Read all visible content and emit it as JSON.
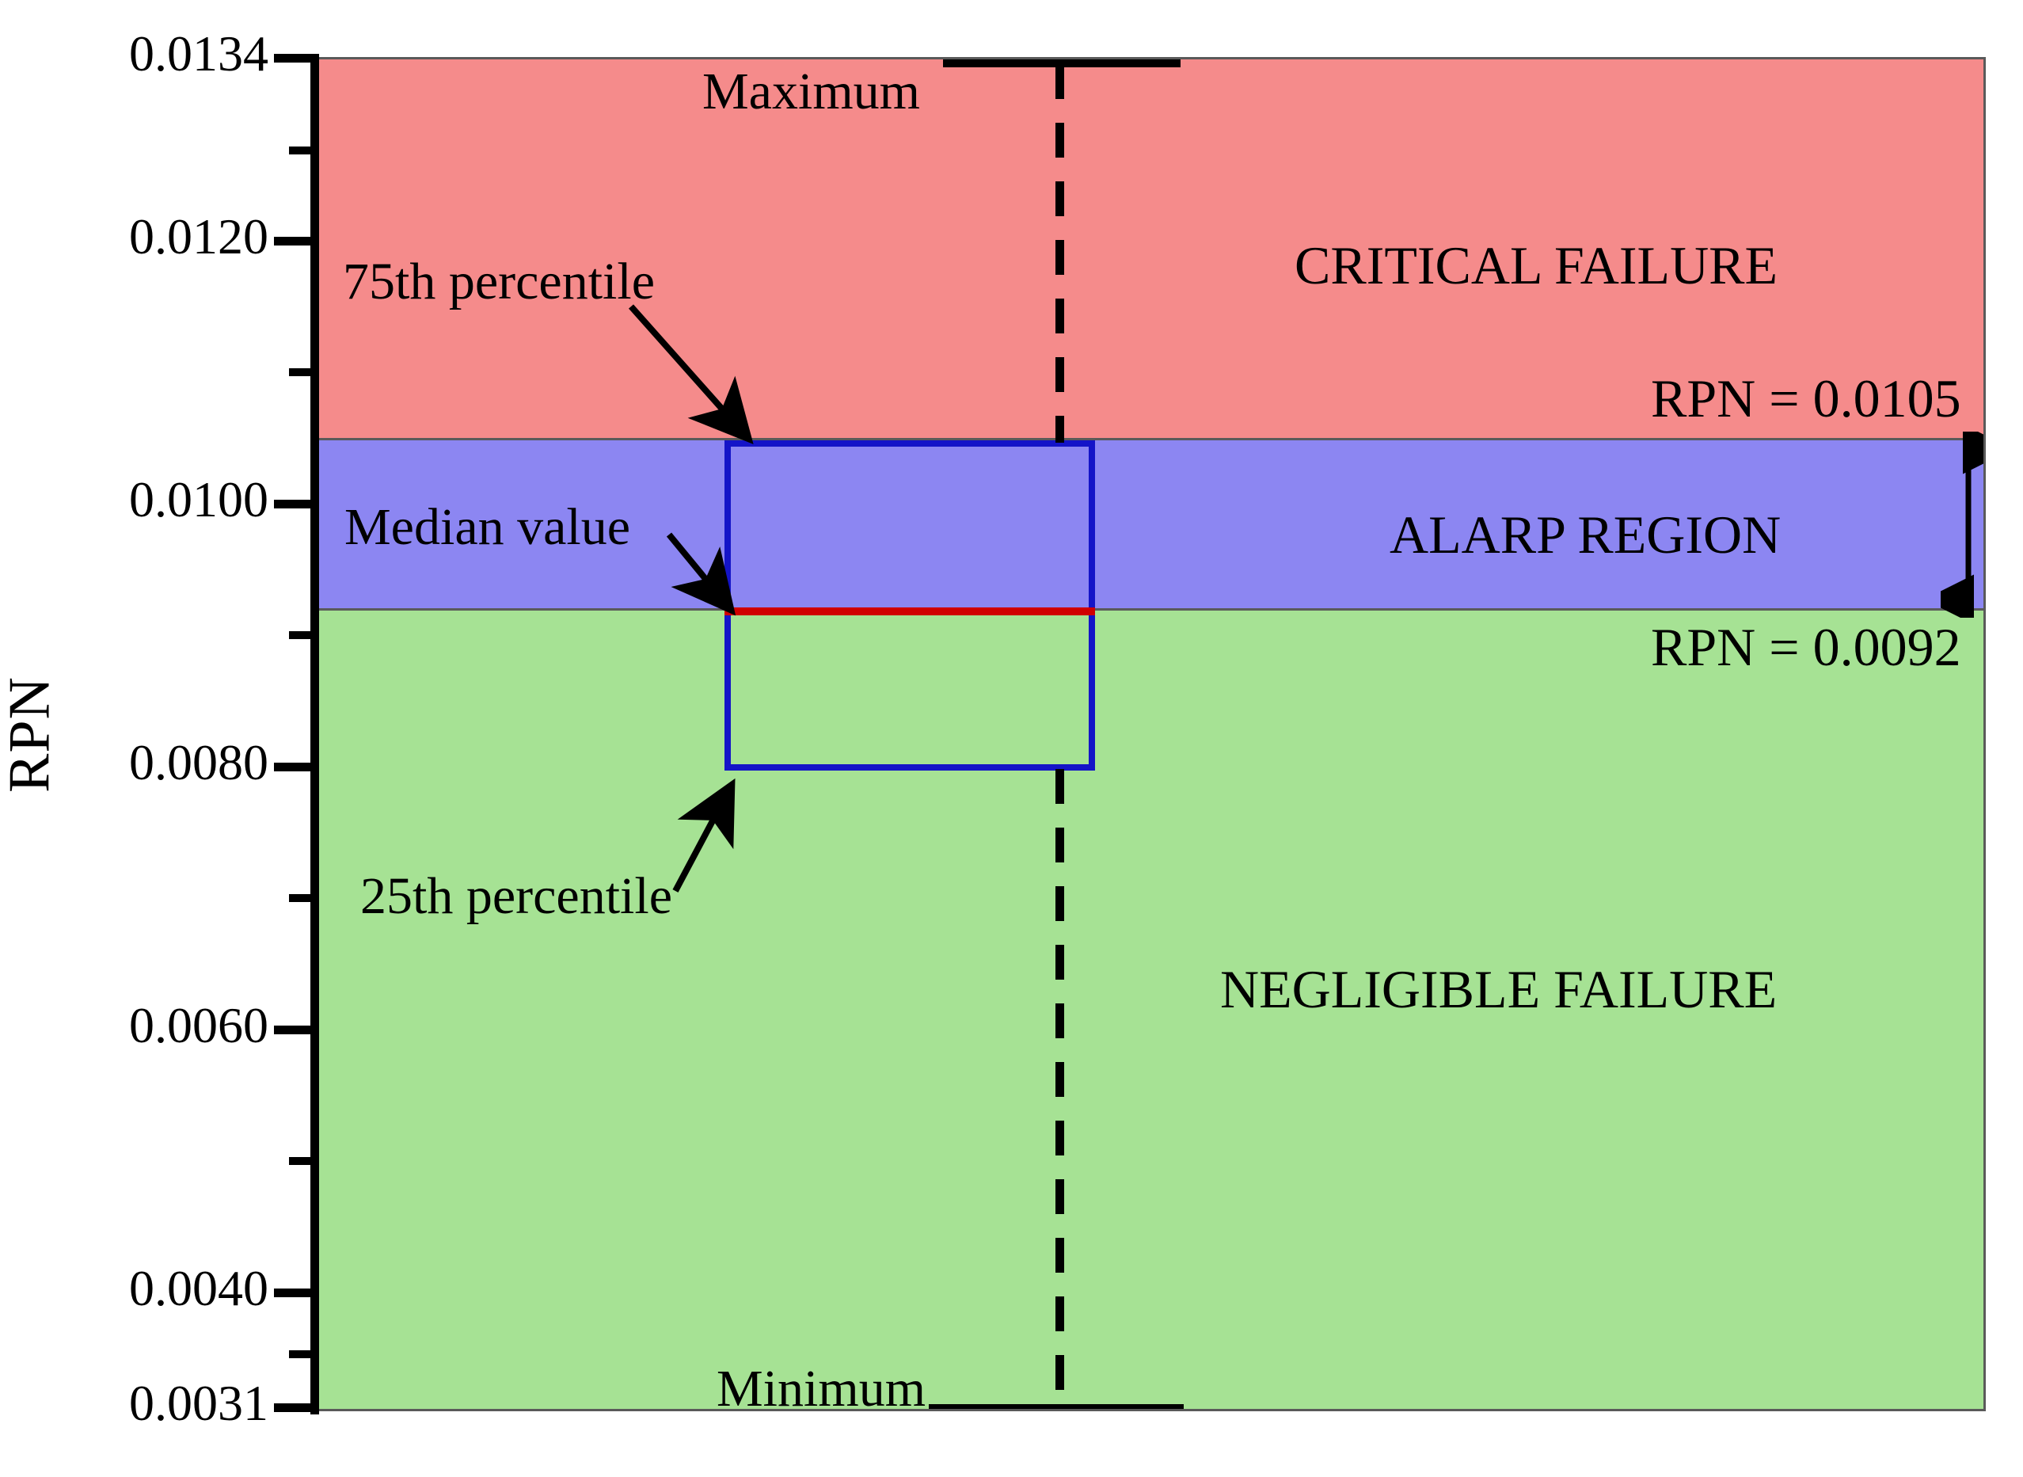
{
  "chart_data": {
    "type": "boxplot",
    "title": "",
    "xlabel": "",
    "ylabel": "RPN",
    "ylim": [
      0.0031,
      0.0134
    ],
    "grid": false,
    "legend": "none",
    "ytick_labels": [
      "0.0134",
      "0.0120",
      "0.0100",
      "0.0080",
      "0.0060",
      "0.0040",
      "0.0031"
    ],
    "ytick_values": [
      0.0134,
      0.012,
      0.01,
      0.008,
      0.006,
      0.004,
      0.0031
    ],
    "box": {
      "maximum": 0.0134,
      "p75": 0.0105,
      "median": 0.0092,
      "p25": 0.0079,
      "minimum": 0.0031
    },
    "bands": [
      {
        "name": "CRITICAL FAILURE",
        "from": 0.0105,
        "to": 0.0134,
        "color": "#F58B8B"
      },
      {
        "name": "ALARP REGION",
        "from": 0.0092,
        "to": 0.0105,
        "color": "#8C86F2"
      },
      {
        "name": "NEGLIGIBLE FAILURE",
        "from": 0.0031,
        "to": 0.0092,
        "color": "#A6E294"
      }
    ],
    "threshold_labels": [
      "RPN = 0.0105",
      "RPN = 0.0092"
    ],
    "annotations": [
      "Maximum",
      "75th percentile",
      "Median value",
      "25th percentile",
      "Minimum"
    ],
    "colors": {
      "critical": "#F58B8B",
      "alarp": "#8C86F2",
      "negligible": "#A6E294",
      "box_outline": "#1414C8",
      "median_line": "#D00000",
      "whisker": "#000000",
      "frame": "#5a5a5a"
    }
  },
  "axis": {
    "y_title": "RPN",
    "ticks": [
      {
        "label": "0.0134"
      },
      {
        "label": "0.0120"
      },
      {
        "label": "0.0100"
      },
      {
        "label": "0.0080"
      },
      {
        "label": "0.0060"
      },
      {
        "label": "0.0040"
      },
      {
        "label": "0.0031"
      }
    ]
  },
  "regions": {
    "critical": "CRITICAL FAILURE",
    "alarp": "ALARP REGION",
    "negligible": "NEGLIGIBLE FAILURE"
  },
  "thresholds": {
    "upper": "RPN = 0.0105",
    "lower": "RPN = 0.0092"
  },
  "annotations": {
    "maximum": "Maximum",
    "p75": "75th percentile",
    "median": "Median value",
    "p25": "25th percentile",
    "minimum": "Minimum"
  }
}
